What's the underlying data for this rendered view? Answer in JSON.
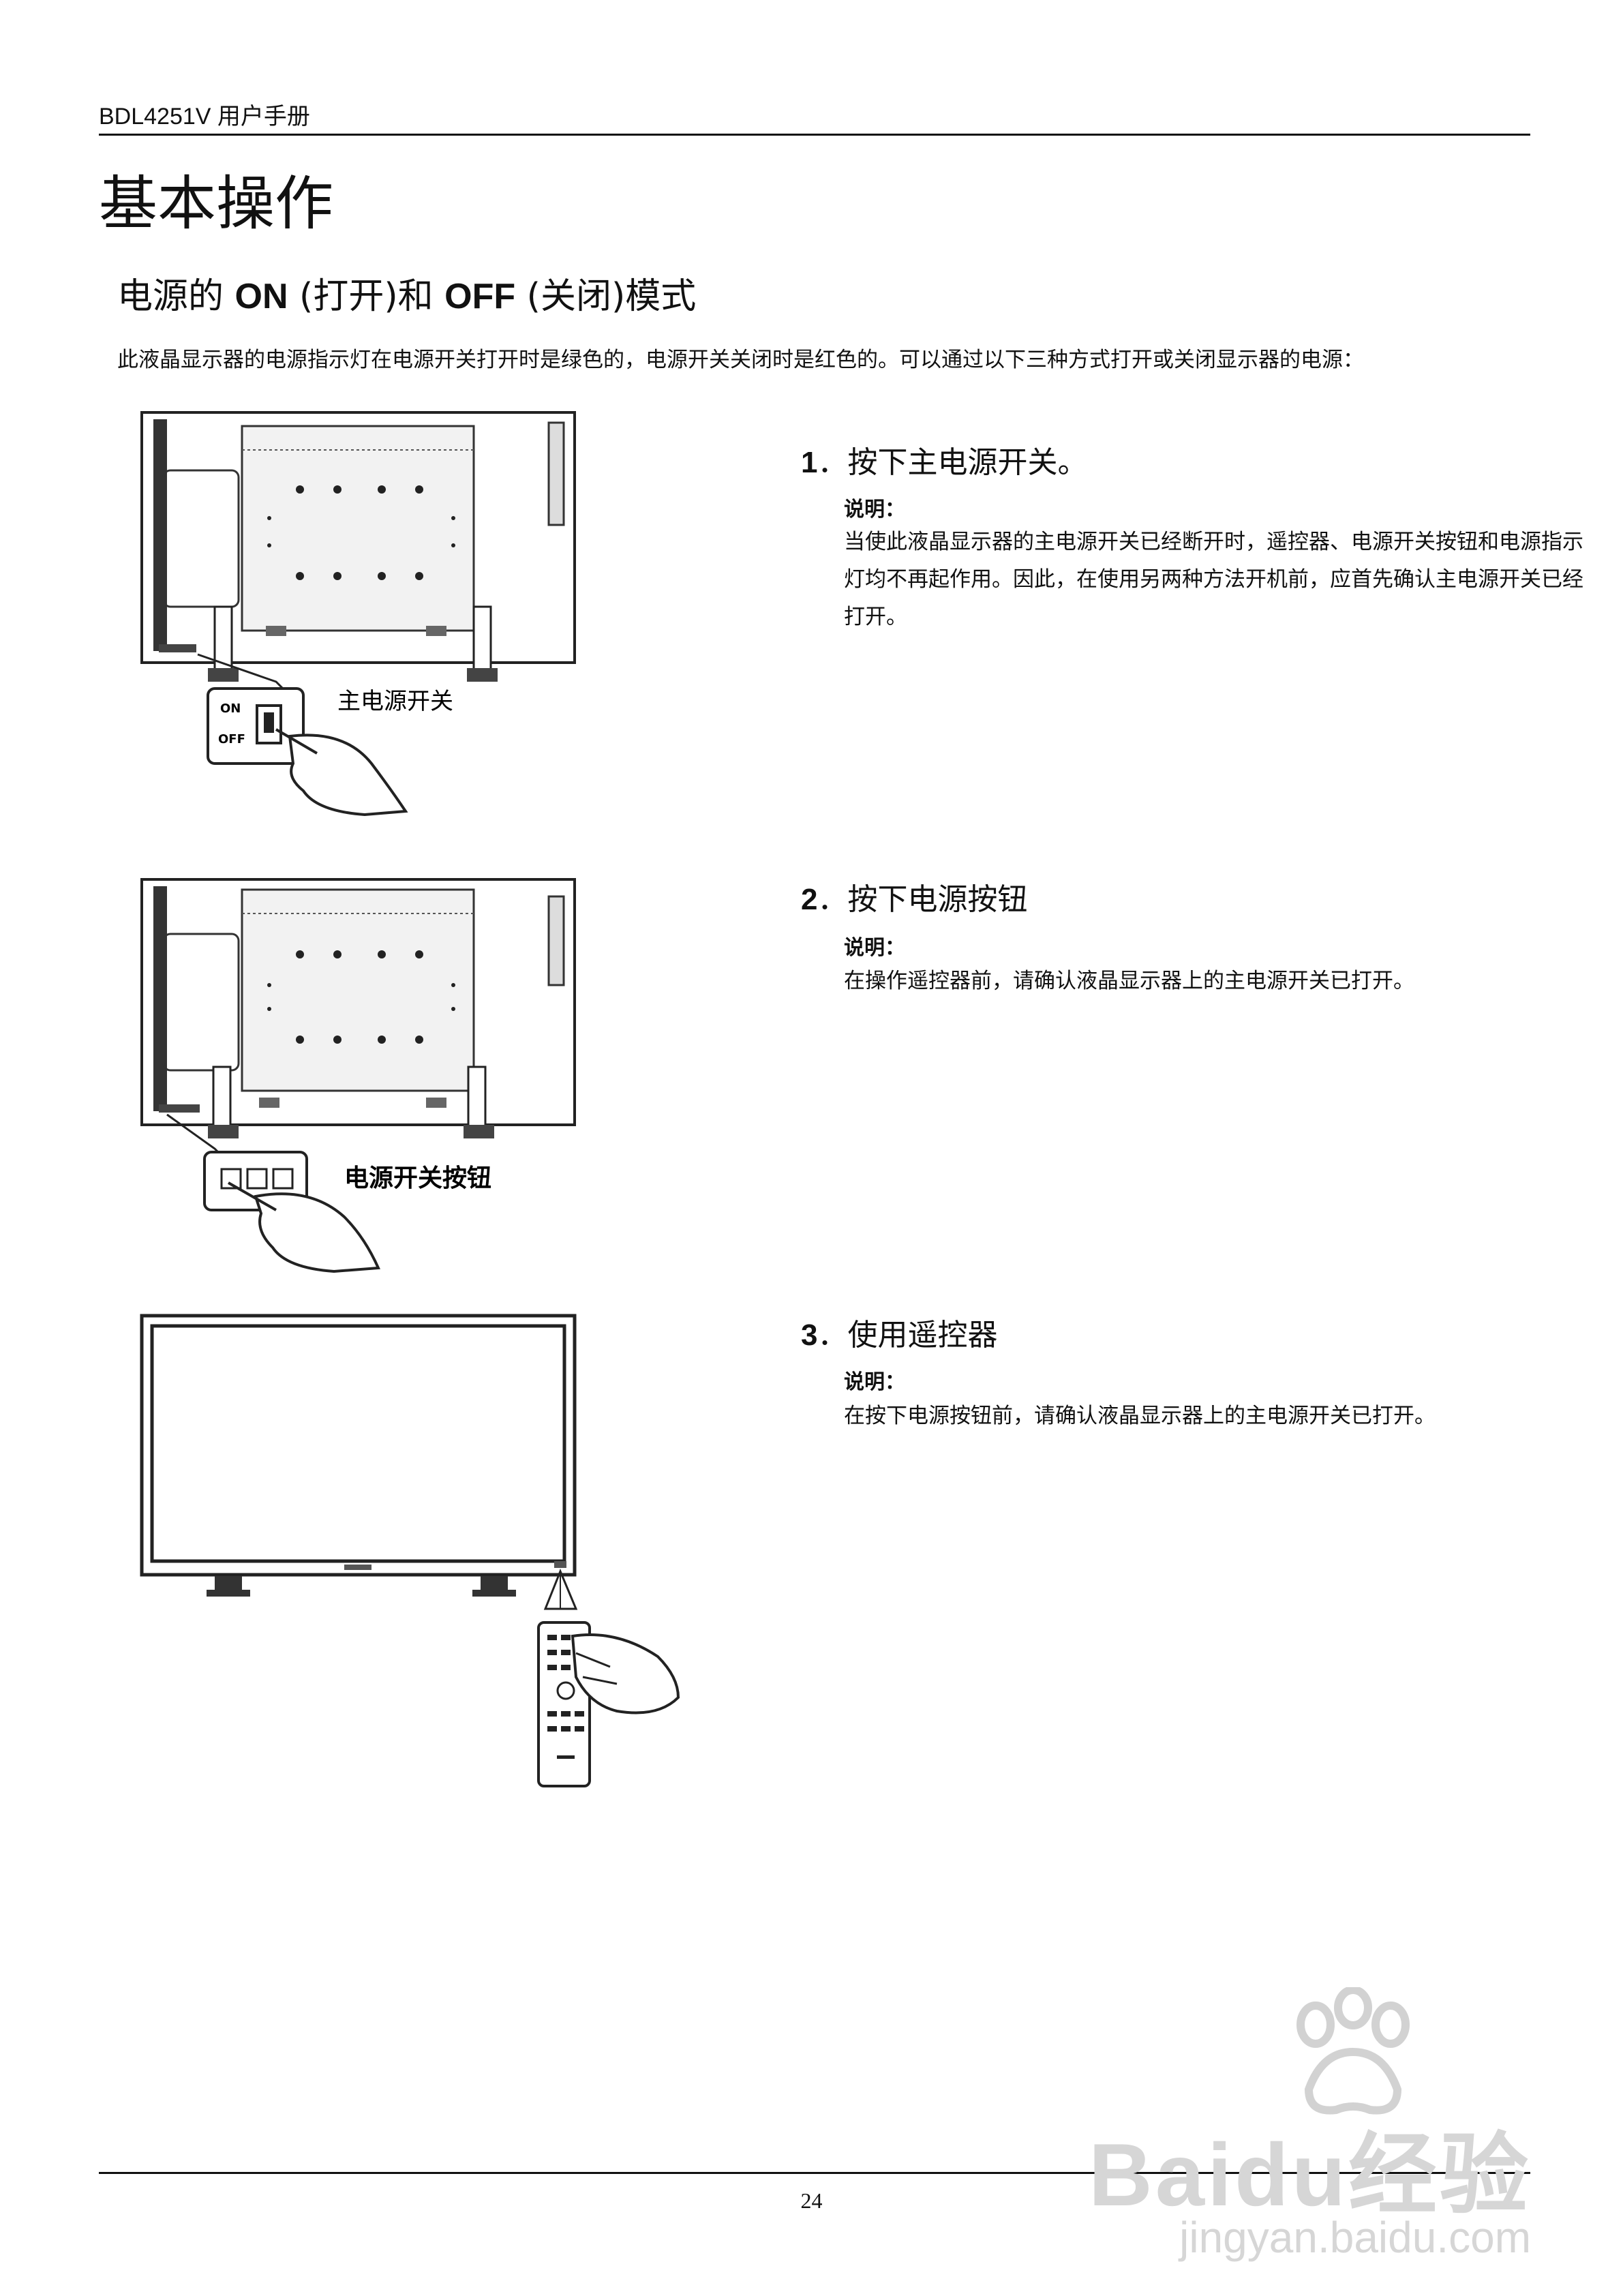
{
  "header": {
    "doc_title": "BDL4251V 用户手册"
  },
  "page_title": "基本操作",
  "section": {
    "title_pre": "电源的 ",
    "on": "ON",
    "mid1": " (打开)和 ",
    "off": "OFF",
    "mid2": " (关闭)模式"
  },
  "intro": "此液晶显示器的电源指示灯在电源开关打开时是绿色的，电源开关关闭时是红色的。可以通过以下三种方式打开或关闭显示器的电源：",
  "steps": [
    {
      "num": "1",
      "title": "按下主电源开关。",
      "note_label": "说明：",
      "note": "当使此液晶显示器的主电源开关已经断开时，遥控器、电源开关按钮和电源指示灯均不再起作用。因此，在使用另两种方法开机前，应首先确认主电源开关已经打开。",
      "figure_label": "主电源开关",
      "figure_on": "ON",
      "figure_off": "OFF"
    },
    {
      "num": "2",
      "title": "按下电源按钮",
      "note_label": "说明：",
      "note": "在操作遥控器前，请确认液晶显示器上的主电源开关已打开。",
      "figure_label": "电源开关按钮"
    },
    {
      "num": "3",
      "title": "使用遥控器",
      "note_label": "说明：",
      "note": "在按下电源按钮前，请确认液晶显示器上的主电源开关已打开。"
    }
  ],
  "page_number": "24",
  "watermark": {
    "brand": "Baidu经验",
    "url": "jingyan.baidu.com"
  }
}
